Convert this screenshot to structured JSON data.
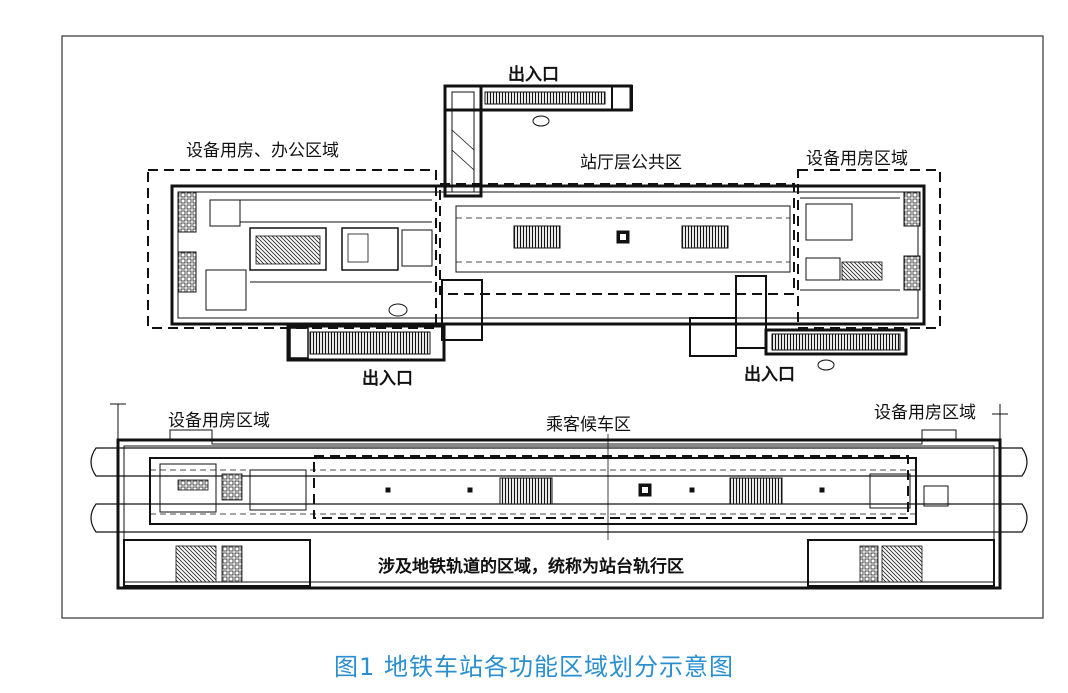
{
  "labels": {
    "entrance_top": "出入口",
    "equipment_office": "设备用房、办公区域",
    "concourse_public": "站厅层公共区",
    "equipment_right": "设备用房区域",
    "entrance_bottom_left": "出入口",
    "entrance_bottom_right": "出入口",
    "equipment_platform_left": "设备用房区域",
    "waiting_area": "乘客候车区",
    "equipment_platform_right": "设备用房区域",
    "track_area": "涉及地铁轨道的区域，统称为站台轨行区"
  },
  "caption": "图1 地铁车站各功能区域划分示意图",
  "colors": {
    "caption": "#2a8fcf",
    "lines": "#111111",
    "frame": "#333333"
  }
}
